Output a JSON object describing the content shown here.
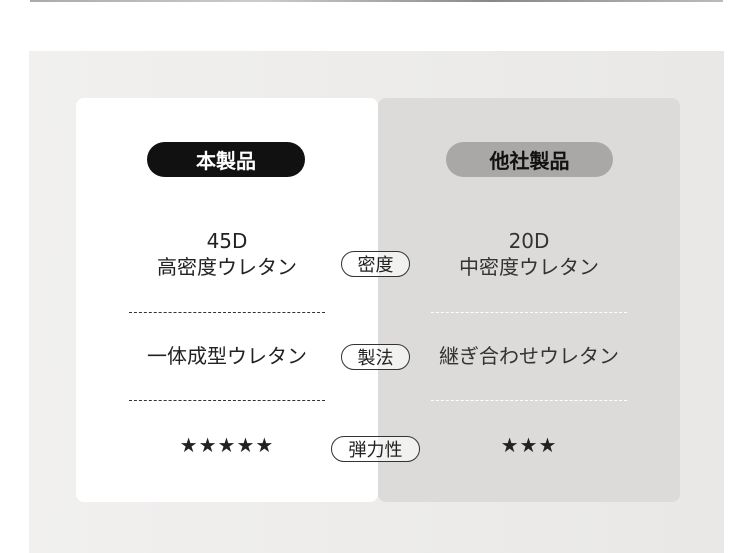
{
  "columns": {
    "ours": "本製品",
    "others": "他社製品"
  },
  "rows": [
    {
      "label": "密度",
      "ours_top": "45D",
      "ours": "高密度ウレタン",
      "others_top": "20D",
      "others": "中密度ウレタン"
    },
    {
      "label": "製法",
      "ours": "一体成型ウレタン",
      "others": "継ぎ合わせウレタン"
    },
    {
      "label": "弾力性",
      "ours": "★★★★★",
      "others": "★★★",
      "ours_rating": 5,
      "others_rating": 3
    }
  ]
}
